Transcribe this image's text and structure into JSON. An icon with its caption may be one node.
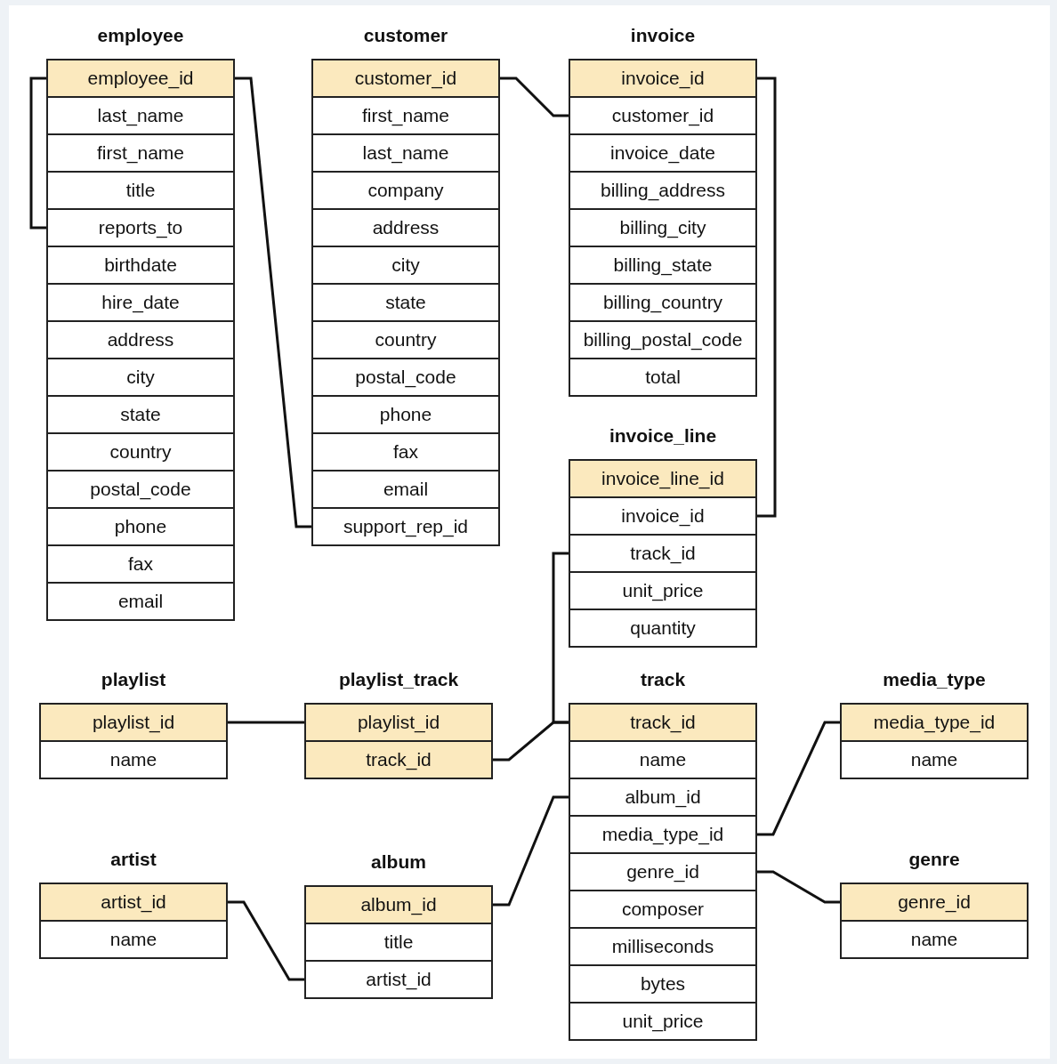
{
  "diagram": {
    "nodes": [
      {
        "text": [
          "employee"
        ]
      },
      {
        "text": [
          "employee_id"
        ],
        "in": 0
      },
      {
        "text": [
          "last_name"
        ],
        "in": 0
      },
      {
        "text": [
          "first_name"
        ],
        "in": 0
      },
      {
        "text": [
          "title"
        ],
        "in": 0
      },
      {
        "text": [
          "reports_to"
        ],
        "in": 0
      },
      {
        "text": [
          "birthdate"
        ],
        "in": 0
      },
      {
        "text": [
          "hire_date"
        ],
        "in": 0
      },
      {
        "text": [
          "address"
        ],
        "in": 0
      },
      {
        "text": [
          "city"
        ],
        "in": 0
      },
      {
        "text": [
          "state"
        ],
        "in": 0
      },
      {
        "text": [
          "country"
        ],
        "in": 0
      },
      {
        "text": [
          "postal_code"
        ],
        "in": 0
      },
      {
        "text": [
          "phone"
        ],
        "in": 0
      },
      {
        "text": [
          "fax"
        ],
        "in": 0
      },
      {
        "text": [
          "email"
        ],
        "in": 0
      },
      {
        "text": [
          "customer"
        ]
      },
      {
        "text": [
          "customer_id"
        ],
        "in": 16
      },
      {
        "text": [
          "first_name"
        ],
        "in": 16
      },
      {
        "text": [
          "last_name"
        ],
        "in": 16
      },
      {
        "text": [
          "company"
        ],
        "in": 16
      },
      {
        "text": [
          "address"
        ],
        "in": 16
      },
      {
        "text": [
          "city"
        ],
        "in": 16
      },
      {
        "text": [
          "state"
        ],
        "in": 16
      },
      {
        "text": [
          "country"
        ],
        "in": 16
      },
      {
        "text": [
          "postal_code"
        ],
        "in": 16
      },
      {
        "text": [
          "phone"
        ],
        "in": 16
      },
      {
        "text": [
          "fax"
        ],
        "in": 16
      },
      {
        "text": [
          "email"
        ],
        "in": 16
      },
      {
        "text": [
          "support_rep_id"
        ],
        "in": 16
      },
      {
        "text": [
          "invoice"
        ]
      },
      {
        "text": [
          "invoice_id"
        ],
        "in": 30
      },
      {
        "text": [
          "customer_id"
        ],
        "in": 30
      },
      {
        "text": [
          "invoice_date"
        ],
        "in": 30
      },
      {
        "text": [
          "billing_address"
        ],
        "in": 30
      },
      {
        "text": [
          "billing_city"
        ],
        "in": 30
      },
      {
        "text": [
          "billing_state"
        ],
        "in": 30
      },
      {
        "text": [
          "billing_country"
        ],
        "in": 30
      },
      {
        "text": [
          "billing_postal_code"
        ],
        "in": 30
      },
      {
        "text": [
          "total"
        ],
        "in": 30
      },
      {
        "text": [
          "invoice_line"
        ]
      },
      {
        "text": [
          "invoice_line_id"
        ],
        "in": 40
      },
      {
        "text": [
          "invoice_id"
        ],
        "in": 40
      },
      {
        "text": [
          "track_id"
        ],
        "in": 40
      },
      {
        "text": [
          "unit_price"
        ],
        "in": 40
      },
      {
        "text": [
          "quantity"
        ],
        "in": 40
      },
      {
        "text": [
          "playlist"
        ]
      },
      {
        "text": [
          "playlist_id"
        ],
        "in": 46
      },
      {
        "text": [
          "name"
        ],
        "in": 46
      },
      {
        "text": [
          "playlist_track"
        ]
      },
      {
        "text": [
          "playlist_id"
        ],
        "in": 49
      },
      {
        "text": [
          "track_id"
        ],
        "in": 49
      },
      {
        "text": [
          "track"
        ]
      },
      {
        "text": [
          "track_id"
        ],
        "in": 52
      },
      {
        "text": [
          "name"
        ],
        "in": 52
      },
      {
        "text": [
          "album_id"
        ],
        "in": 52
      },
      {
        "text": [
          "media_type_id"
        ],
        "in": 52
      },
      {
        "text": [
          "genre_id"
        ],
        "in": 52
      },
      {
        "text": [
          "composer"
        ],
        "in": 52
      },
      {
        "text": [
          "milliseconds"
        ],
        "in": 52
      },
      {
        "text": [
          "bytes"
        ],
        "in": 52
      },
      {
        "text": [
          "unit_price"
        ],
        "in": 52
      },
      {
        "text": [
          "media_type"
        ]
      },
      {
        "text": [
          "media_type_id"
        ],
        "in": 62
      },
      {
        "text": [
          "name"
        ],
        "in": 62
      },
      {
        "text": [
          "artist"
        ]
      },
      {
        "text": [
          "artist_id"
        ],
        "in": 65
      },
      {
        "text": [
          "name"
        ],
        "in": 65
      },
      {
        "text": [
          "album"
        ]
      },
      {
        "text": [
          "album_id"
        ],
        "in": 68
      },
      {
        "text": [
          "title"
        ],
        "in": 68
      },
      {
        "text": [
          "artist_id"
        ],
        "in": 68
      },
      {
        "text": [
          "genre"
        ]
      },
      {
        "text": [
          "genre_id"
        ],
        "in": 72
      },
      {
        "text": [
          "name"
        ],
        "in": 72
      }
    ],
    "edges": [
      {
        "from": 1,
        "to": 5,
        "arrow": "none"
      },
      {
        "from": 1,
        "to": 29,
        "arrow": "none"
      },
      {
        "from": 17,
        "to": 32,
        "arrow": "none"
      },
      {
        "from": 31,
        "to": 42,
        "arrow": "none"
      },
      {
        "from": 43,
        "to": 53,
        "arrow": "none"
      },
      {
        "from": 47,
        "to": 50,
        "arrow": "none"
      },
      {
        "from": 51,
        "to": 53,
        "arrow": "none"
      },
      {
        "from": 69,
        "to": 55,
        "arrow": "none"
      },
      {
        "from": 66,
        "to": 71,
        "arrow": "none"
      },
      {
        "from": 56,
        "to": 63,
        "arrow": "none"
      },
      {
        "from": 57,
        "to": 73,
        "arrow": "none"
      }
    ]
  }
}
